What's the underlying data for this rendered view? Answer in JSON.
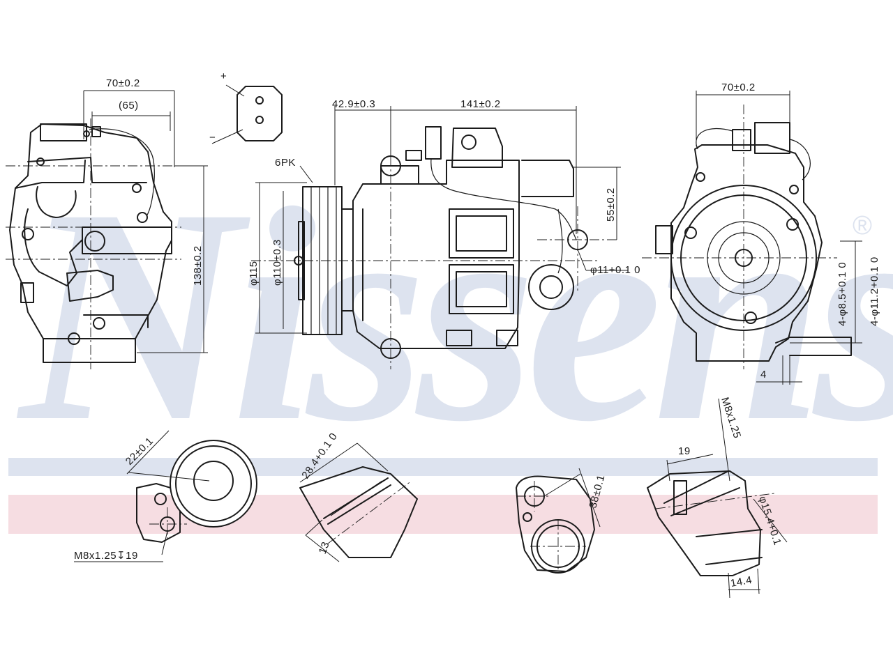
{
  "watermark": {
    "brand": "Nissens",
    "registered_mark": "®",
    "stripe_colors": [
      "#dde3ef",
      "#f6dde2"
    ]
  },
  "dimensions": {
    "rear_width": "70±0.2",
    "rear_width_ref": "(65)",
    "rear_height": "138±0.2",
    "side_offset": "42.9±0.3",
    "side_length": "141±0.2",
    "belt": "6PK",
    "pulley_outer": "φ115",
    "pulley_inner": "φ110±0.3",
    "port_height": "55±0.2",
    "port_hole": "φ11+0.1 0",
    "front_width": "70±0.2",
    "mount_hole_small": "4-φ8.5+0.1 0",
    "mount_hole_large": "4-φ11.2+0.1 0",
    "mount_offset": "4",
    "flange1_size": "22±0.1",
    "flange1_thread": "M8x1.25↧19",
    "flange2_size": "28.4+0.1 0",
    "flange2_depth": "13",
    "flange3_size": "38±0.1",
    "flange4_thread": "M8x1.25",
    "flange4_length": "19",
    "flange4_hole": "φ15.4+0.1",
    "flange4_depth": "14.4"
  },
  "connector": {
    "plus": "+",
    "minus": "−"
  }
}
